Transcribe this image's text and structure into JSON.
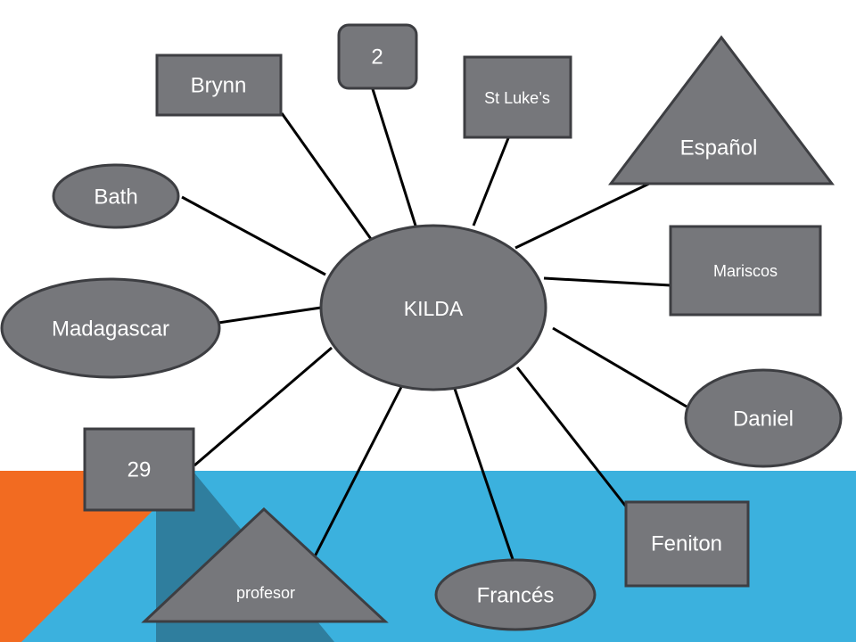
{
  "colors": {
    "background": "#ffffff",
    "band_blue": "#3bb1de",
    "band_orange": "#f26b21",
    "band_dark_teal": "#2f7e9e",
    "node_fill": "#76777b",
    "node_stroke": "#3d3e42",
    "node_text": "#ffffff",
    "edge": "#000000"
  },
  "center": {
    "label": "KILDA",
    "shape": "ellipse"
  },
  "nodes": [
    {
      "id": "brynn",
      "label": "Brynn",
      "shape": "rectangle"
    },
    {
      "id": "two",
      "label": "2",
      "shape": "rounded-rectangle"
    },
    {
      "id": "st-lukes",
      "label": "St Luke’s",
      "shape": "rectangle"
    },
    {
      "id": "espanol",
      "label": "Español",
      "shape": "triangle"
    },
    {
      "id": "bath",
      "label": "Bath",
      "shape": "ellipse"
    },
    {
      "id": "mariscos",
      "label": "Mariscos",
      "shape": "rectangle"
    },
    {
      "id": "madagascar",
      "label": "Madagascar",
      "shape": "ellipse"
    },
    {
      "id": "daniel",
      "label": "Daniel",
      "shape": "ellipse"
    },
    {
      "id": "twenty-nine",
      "label": "29",
      "shape": "rectangle"
    },
    {
      "id": "feniton",
      "label": "Feniton",
      "shape": "rectangle"
    },
    {
      "id": "profesor",
      "label": "profesor",
      "shape": "triangle"
    },
    {
      "id": "frances",
      "label": "Francés",
      "shape": "ellipse"
    }
  ]
}
